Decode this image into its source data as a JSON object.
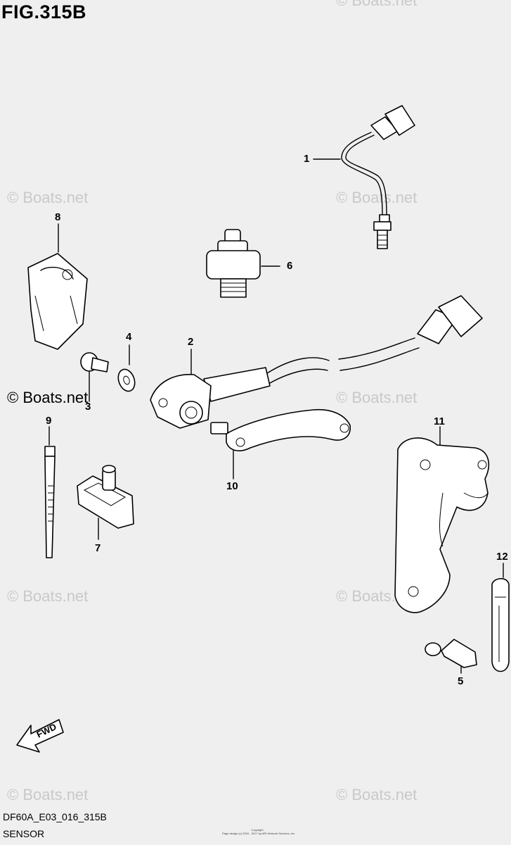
{
  "figure": {
    "title": "FIG.315B",
    "code": "DF60A_E03_016_315B",
    "caption": "SENSOR",
    "copyright_line1": "Copyright",
    "copyright_line2": "Page design (c) 2004 - 2017 by ARI Network Services, Inc."
  },
  "watermark": {
    "text": "© Boats.net"
  },
  "fwd_label": "FWD",
  "callouts": [
    "1",
    "2",
    "3",
    "4",
    "5",
    "6",
    "7",
    "8",
    "9",
    "10",
    "11",
    "12"
  ],
  "colors": {
    "background": "#efefef",
    "line": "#000000",
    "watermark": "#c9c9c9"
  }
}
